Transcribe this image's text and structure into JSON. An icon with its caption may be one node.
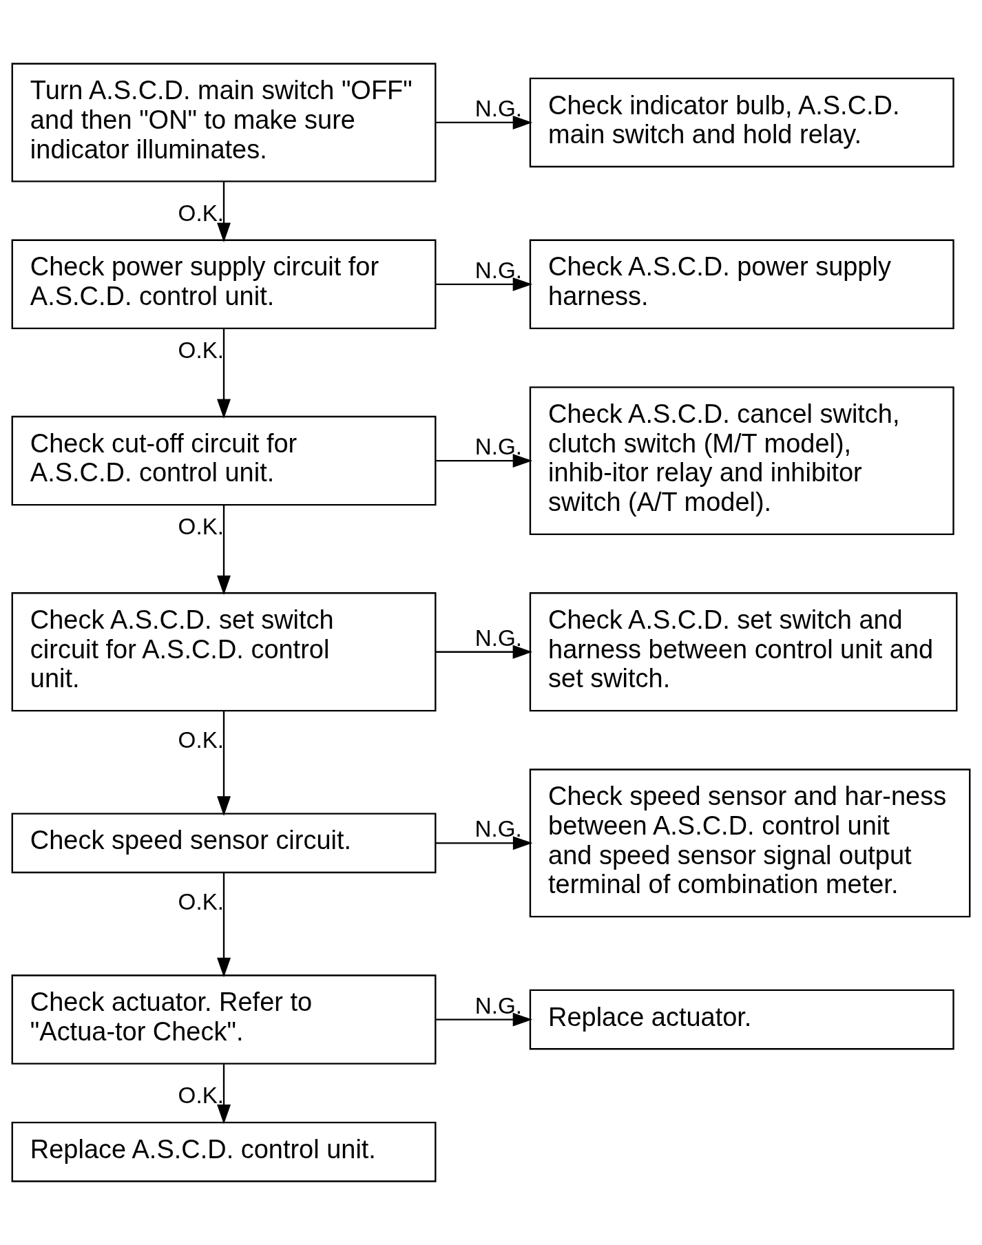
{
  "diagram": {
    "nodes": [
      {
        "text": [
          "Turn A.S.C.D. main switch \"OFF\" and then \"ON\" to make sure indicator illuminates."
        ]
      },
      {
        "text": [
          "Check indicator bulb, A.S.C.D. main switch and hold relay."
        ]
      },
      {
        "text": [
          "Check power supply circuit for A.S.C.D. control unit."
        ]
      },
      {
        "text": [
          "Check A.S.C.D. power supply harness."
        ]
      },
      {
        "text": [
          "Check cut-off circuit for A.S.C.D. control unit."
        ]
      },
      {
        "text": [
          "Check A.S.C.D. cancel switch, clutch switch (M/T model), inhib-itor relay and inhibitor switch (A/T model)."
        ]
      },
      {
        "text": [
          "Check A.S.C.D. set switch circuit for A.S.C.D. control unit."
        ]
      },
      {
        "text": [
          "Check A.S.C.D. set switch and harness between control unit and set switch."
        ]
      },
      {
        "text": [
          "Check speed sensor circuit."
        ]
      },
      {
        "text": [
          "Check speed sensor and har-ness between A.S.C.D. control unit and speed sensor signal output terminal of combination meter."
        ]
      },
      {
        "text": [
          "Check actuator. Refer to \"Actua-tor Check\"."
        ]
      },
      {
        "text": [
          "Replace actuator."
        ]
      },
      {
        "text": [
          "Replace A.S.C.D. control unit."
        ]
      }
    ],
    "edges": [
      {
        "from": 0,
        "to": 1,
        "arrow": "to",
        "label": "N.G."
      },
      {
        "from": 0,
        "to": 2,
        "arrow": "to",
        "label": "O.K."
      },
      {
        "from": 2,
        "to": 3,
        "arrow": "to",
        "label": "N.G."
      },
      {
        "from": 2,
        "to": 4,
        "arrow": "to",
        "label": "O.K."
      },
      {
        "from": 4,
        "to": 5,
        "arrow": "to",
        "label": "N.G."
      },
      {
        "from": 4,
        "to": 6,
        "arrow": "to",
        "label": "O.K."
      },
      {
        "from": 6,
        "to": 7,
        "arrow": "to",
        "label": "N.G."
      },
      {
        "from": 6,
        "to": 8,
        "arrow": "to",
        "label": "O.K."
      },
      {
        "from": 8,
        "to": 9,
        "arrow": "to",
        "label": "N.G."
      },
      {
        "from": 8,
        "to": 10,
        "arrow": "to",
        "label": "O.K."
      },
      {
        "from": 10,
        "to": 11,
        "arrow": "to",
        "label": "N.G."
      },
      {
        "from": 10,
        "to": 12,
        "arrow": "to",
        "label": "O.K."
      }
    ]
  }
}
